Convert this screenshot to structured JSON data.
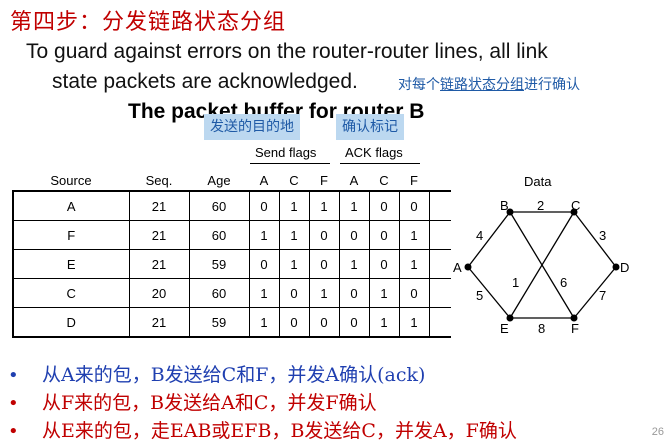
{
  "title": "第四步：分发链路状态分组",
  "intro": {
    "line1": "To guard against errors on the router-router lines, all link",
    "line2": "state packets are acknowledged.",
    "note_prefix": "对每个",
    "note_link": "链路状态分组",
    "note_suffix": "进行确认"
  },
  "buffer_title": "The packet buffer for router B",
  "callouts": {
    "destination": "发送的目的地",
    "ack": "确认标记"
  },
  "table": {
    "headers": {
      "source": "Source",
      "seq": "Seq.",
      "age": "Age",
      "send_flags": "Send flags",
      "ack_flags": "ACK flags",
      "data": "Data"
    },
    "flag_labels": [
      "A",
      "C",
      "F",
      "A",
      "C",
      "F"
    ],
    "rows": [
      {
        "source": "A",
        "seq": "21",
        "age": "60",
        "send": [
          "0",
          "1",
          "1"
        ],
        "ack": [
          "1",
          "0",
          "0"
        ]
      },
      {
        "source": "F",
        "seq": "21",
        "age": "60",
        "send": [
          "1",
          "1",
          "0"
        ],
        "ack": [
          "0",
          "0",
          "1"
        ]
      },
      {
        "source": "E",
        "seq": "21",
        "age": "59",
        "send": [
          "0",
          "1",
          "0"
        ],
        "ack": [
          "1",
          "0",
          "1"
        ]
      },
      {
        "source": "C",
        "seq": "20",
        "age": "60",
        "send": [
          "1",
          "0",
          "1"
        ],
        "ack": [
          "0",
          "1",
          "0"
        ]
      },
      {
        "source": "D",
        "seq": "21",
        "age": "59",
        "send": [
          "1",
          "0",
          "0"
        ],
        "ack": [
          "0",
          "1",
          "1"
        ]
      }
    ]
  },
  "graph": {
    "nodes": [
      "A",
      "B",
      "C",
      "D",
      "E",
      "F"
    ],
    "edges": [
      {
        "from": "B",
        "to": "C",
        "weight": "2"
      },
      {
        "from": "A",
        "to": "B",
        "weight": "4"
      },
      {
        "from": "C",
        "to": "D",
        "weight": "3"
      },
      {
        "from": "A",
        "to": "E",
        "weight": "5"
      },
      {
        "from": "E",
        "to": "F",
        "weight": "8"
      },
      {
        "from": "F",
        "to": "D",
        "weight": "7"
      },
      {
        "from": "B",
        "to": "F",
        "weight": "6"
      },
      {
        "from": "C",
        "to": "E",
        "weight": "1"
      }
    ]
  },
  "bullets": [
    "从A来的包，B发送给C和F，并发A确认(ack)",
    "从F来的包，B发送给A和C，并发F确认",
    "从E来的包，走EAB或EFB，B发送给C，并发A，F确认"
  ],
  "page_number": "26",
  "colors": {
    "title": "#c00000",
    "accent_blue": "#1f3fb0",
    "callout_bg": "#bcd8f0"
  }
}
